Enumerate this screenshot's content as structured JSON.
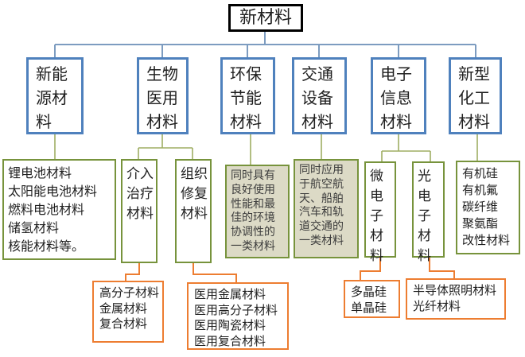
{
  "colors": {
    "root_border": "#000000",
    "level2_border": "#4f81bd",
    "level3_border": "#77933c",
    "level3_shaded_fill": "#dcdac6",
    "level4_border": "#ed7d31",
    "connector_level1": "#7d9cc0",
    "connector_level2": "#9fae63",
    "connector_level3": "#ed7d31"
  },
  "root": {
    "label": "新材料"
  },
  "level2": [
    {
      "lines": [
        "新能",
        "源材",
        "料"
      ]
    },
    {
      "lines": [
        "生物",
        "医用",
        "材料"
      ]
    },
    {
      "lines": [
        "环保",
        "节能",
        "材料"
      ]
    },
    {
      "lines": [
        "交通",
        "设备",
        "材料"
      ]
    },
    {
      "lines": [
        "电子",
        "信息",
        "材料"
      ]
    },
    {
      "lines": [
        "新型",
        "化工",
        "材料"
      ]
    }
  ],
  "level3": [
    {
      "lines": [
        "锂电池材料",
        "太阳能电池材料",
        "燃料电池材料",
        "储氢材料",
        "核能材料等。"
      ]
    },
    {
      "lines": [
        "介入",
        "治疗",
        "材料"
      ]
    },
    {
      "lines": [
        "组织",
        "修复",
        "材料"
      ]
    },
    {
      "lines": [
        "同时具有",
        "良好使用",
        "性能和最",
        "佳的环境",
        "协调性的",
        "一类材料"
      ]
    },
    {
      "lines": [
        "同时应用",
        "于航空航",
        "天、船舶",
        "汽车和轨",
        "道交通的",
        "一类材料"
      ]
    },
    {
      "lines": [
        "微电",
        "子材",
        "料"
      ]
    },
    {
      "lines": [
        "光电",
        "子材",
        "料"
      ]
    },
    {
      "lines": [
        "有机硅",
        "有机氟",
        "碳纤维",
        "聚氨酯",
        "改性材料"
      ]
    }
  ],
  "level4": [
    {
      "lines": [
        "高分子材料",
        "金属材料",
        "复合材料"
      ]
    },
    {
      "lines": [
        "医用金属材料",
        "医用高分子材料",
        "医用陶瓷材料",
        "医用复合材料"
      ]
    },
    {
      "lines": [
        "多晶硅",
        "单晶硅"
      ]
    },
    {
      "lines": [
        "半导体照明材料",
        "光纤材料"
      ]
    }
  ]
}
